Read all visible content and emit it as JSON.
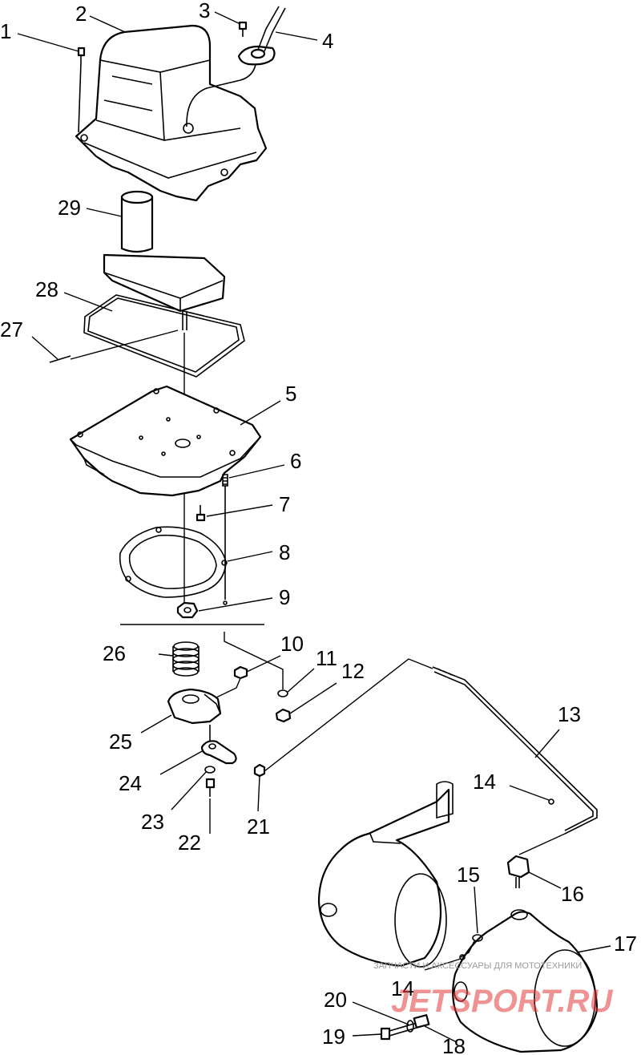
{
  "callouts": [
    {
      "id": "1",
      "label": "1"
    },
    {
      "id": "2",
      "label": "2"
    },
    {
      "id": "3",
      "label": "3"
    },
    {
      "id": "4",
      "label": "4"
    },
    {
      "id": "5",
      "label": "5"
    },
    {
      "id": "6",
      "label": "6"
    },
    {
      "id": "7",
      "label": "7"
    },
    {
      "id": "8",
      "label": "8"
    },
    {
      "id": "9",
      "label": "9"
    },
    {
      "id": "10",
      "label": "10"
    },
    {
      "id": "11",
      "label": "11"
    },
    {
      "id": "12",
      "label": "12"
    },
    {
      "id": "13",
      "label": "13"
    },
    {
      "id": "14a",
      "label": "14"
    },
    {
      "id": "14b",
      "label": "14"
    },
    {
      "id": "15",
      "label": "15"
    },
    {
      "id": "16",
      "label": "16"
    },
    {
      "id": "17",
      "label": "17"
    },
    {
      "id": "18",
      "label": "18"
    },
    {
      "id": "19",
      "label": "19"
    },
    {
      "id": "20",
      "label": "20"
    },
    {
      "id": "21",
      "label": "21"
    },
    {
      "id": "22",
      "label": "22"
    },
    {
      "id": "23",
      "label": "23"
    },
    {
      "id": "24",
      "label": "24"
    },
    {
      "id": "25",
      "label": "25"
    },
    {
      "id": "26",
      "label": "26"
    },
    {
      "id": "27",
      "label": "27"
    },
    {
      "id": "28",
      "label": "28"
    },
    {
      "id": "29",
      "label": "29"
    }
  ],
  "watermark": {
    "caption": "ЗАПЧАСТИ И АКСЕССУАРЫ ДЛЯ МОТОТЕХНИКИ",
    "logo_text": "JETSPORT.RU"
  }
}
